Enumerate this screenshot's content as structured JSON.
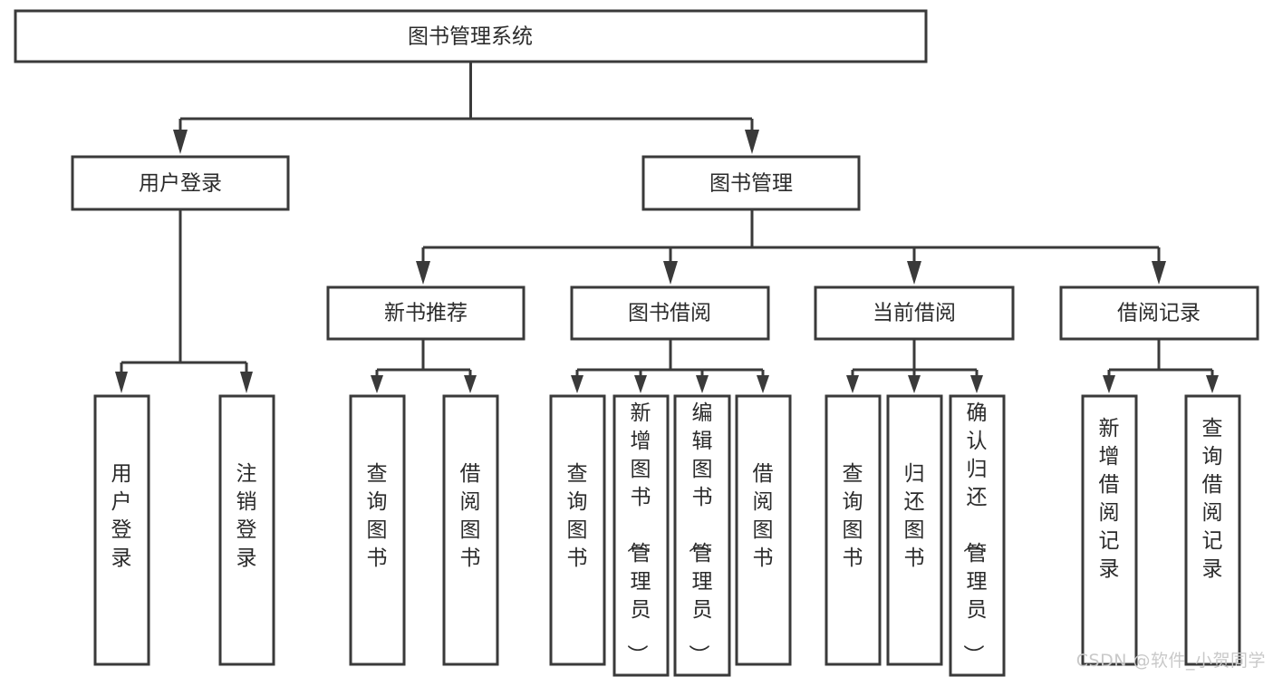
{
  "diagram": {
    "title": "图书管理系统",
    "watermark": "CSDN @软件_小贺同学",
    "root": {
      "label": "图书管理系统"
    },
    "level2": [
      {
        "label": "用户登录"
      },
      {
        "label": "图书管理"
      }
    ],
    "level3": [
      {
        "label": "新书推荐"
      },
      {
        "label": "图书借阅"
      },
      {
        "label": "当前借阅"
      },
      {
        "label": "借阅记录"
      }
    ],
    "leaves": {
      "user_login": [
        {
          "label": "用户登录"
        },
        {
          "label": "注销登录"
        }
      ],
      "new_book": [
        {
          "label": "查询图书"
        },
        {
          "label": "借阅图书"
        }
      ],
      "book_borrow": [
        {
          "label": "查询图书"
        },
        {
          "label": "新增图书（管理员）"
        },
        {
          "label": "编辑图书（管理员）"
        },
        {
          "label": "借阅图书"
        }
      ],
      "current_borrow": [
        {
          "label": "查询图书"
        },
        {
          "label": "归还图书"
        },
        {
          "label": "确认归还（管理员）"
        }
      ],
      "borrow_record": [
        {
          "label": "新增借阅记录"
        },
        {
          "label": "查询借阅记录"
        }
      ]
    },
    "colors": {
      "stroke": "#3a3a3a",
      "fill": "#ffffff",
      "text": "#2b2b2b",
      "watermark": "#c9c9c9"
    }
  }
}
